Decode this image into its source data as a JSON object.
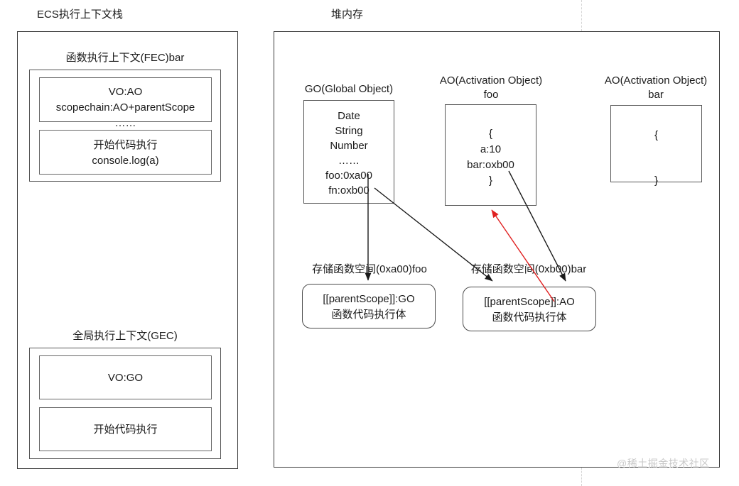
{
  "titles": {
    "stack": "ECS执行上下文栈",
    "heap": "堆内存"
  },
  "stack_panel": {
    "fec": {
      "caption": "函数执行上下文(FEC)bar",
      "rows": [
        "VO:AO\nscopechain:AO+parentScope\n……",
        "开始代码执行\nconsole.log(a)"
      ]
    },
    "gec": {
      "caption": "全局执行上下文(GEC)",
      "rows": [
        "VO:GO",
        "开始代码执行"
      ]
    }
  },
  "heap_panel": {
    "go": {
      "caption": "GO(Global Object)",
      "body": "Date\nString\nNumber\n……\nfoo:0xa00\nfn:oxb00"
    },
    "ao_foo": {
      "caption": "AO(Activation Object)\nfoo",
      "body": "{\na:10\nbar:oxb00\n}"
    },
    "ao_bar": {
      "caption": "AO(Activation Object)\nbar",
      "body": "{\n\n}"
    },
    "fn_foo": {
      "caption": "存储函数空间(0xa00)foo",
      "body": "[[parentScope]]:GO\n函数代码执行体"
    },
    "fn_bar": {
      "caption": "存储函数空间(0xb00)bar",
      "body": "[[parentScope]]:AO\n函数代码执行体"
    }
  },
  "colors": {
    "arrow_black": "#1a1a1a",
    "arrow_red": "#e02020",
    "border": "#555555",
    "watermark": "#c9c9c9"
  },
  "watermark": "@稀土掘金技术社区"
}
